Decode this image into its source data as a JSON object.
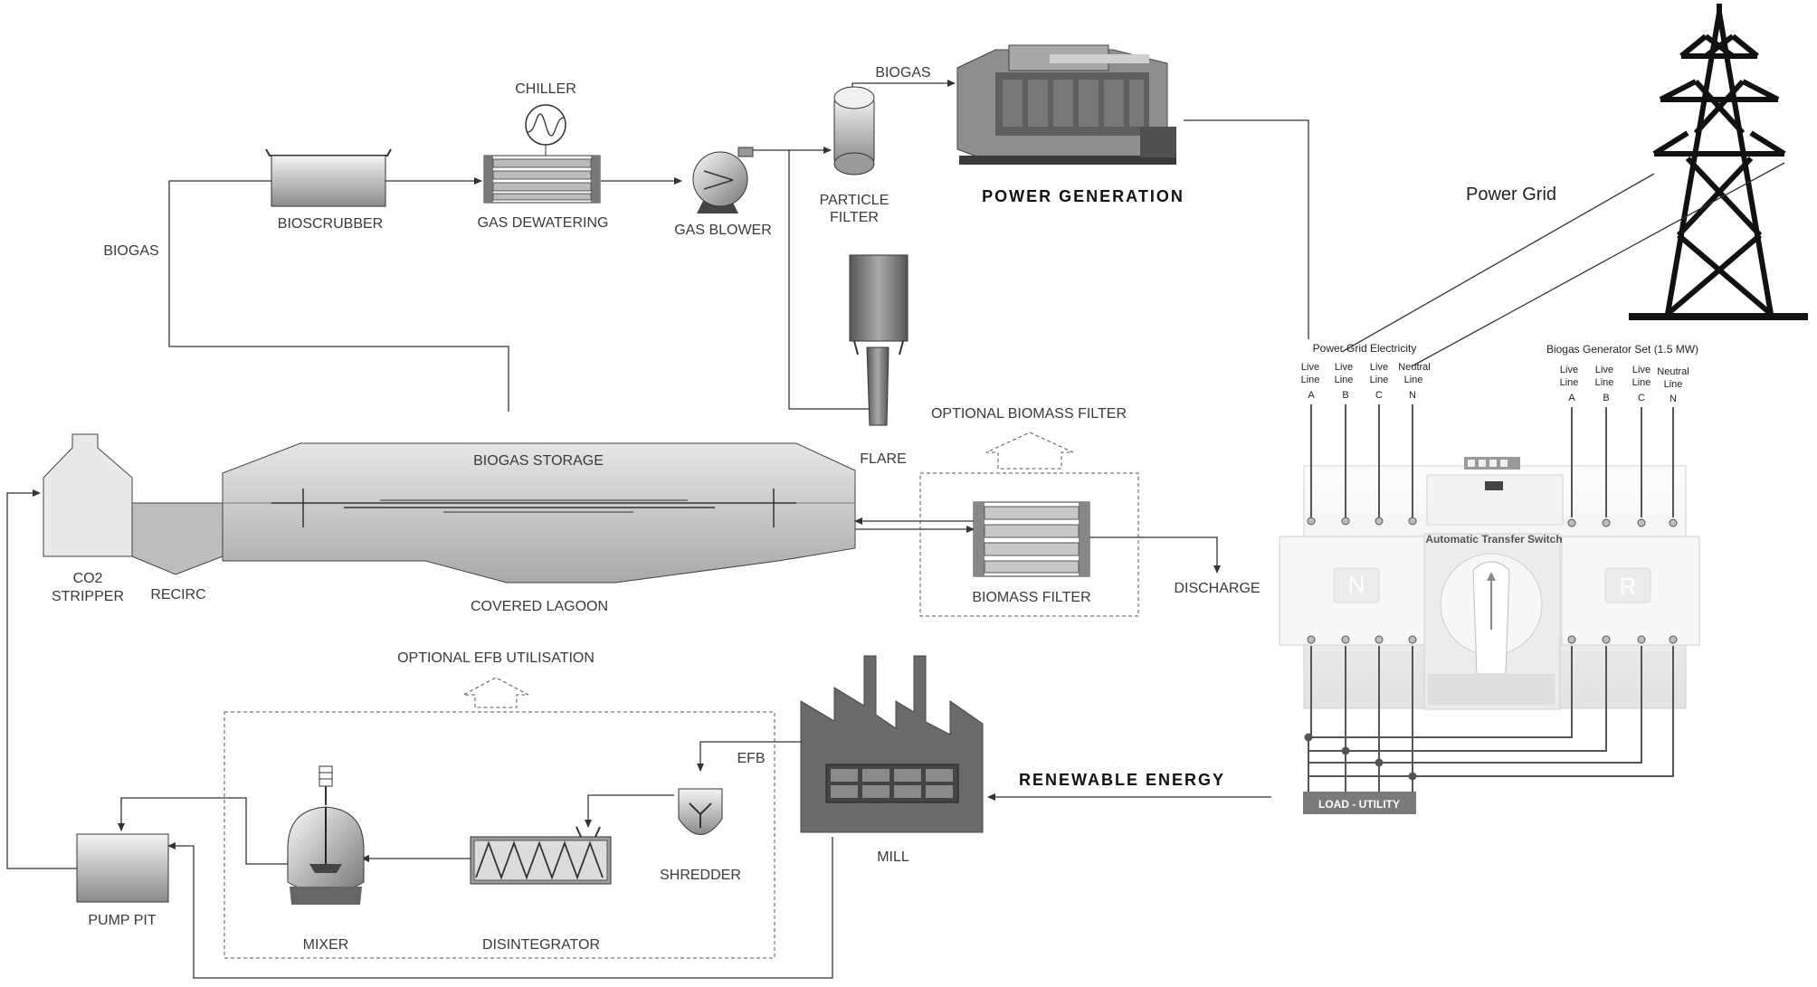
{
  "labels": {
    "chiller": "CHILLER",
    "biogas_top": "BIOGAS",
    "biogas_left": "BIOGAS",
    "bioscrubber": "BIOSCRUBBER",
    "gas_dewatering": "GAS DEWATERING",
    "gas_blower": "GAS BLOWER",
    "particle_filter_1": "PARTICLE",
    "particle_filter_2": "FILTER",
    "power_generation": "POWER GENERATION",
    "power_grid": "Power Grid",
    "flare": "FLARE",
    "optional_biomass_filter": "OPTIONAL BIOMASS FILTER",
    "biogas_storage": "BIOGAS STORAGE",
    "co2_stripper_1": "CO2",
    "co2_stripper_2": "STRIPPER",
    "recirc": "RECIRC",
    "covered_lagoon": "COVERED LAGOON",
    "biomass_filter": "BIOMASS FILTER",
    "discharge": "DISCHARGE",
    "optional_efb": "OPTIONAL EFB UTILISATION",
    "efb": "EFB",
    "shredder": "SHREDDER",
    "mill": "MILL",
    "renewable_energy": "RENEWABLE ENERGY",
    "pump_pit": "PUMP PIT",
    "mixer": "MIXER",
    "disintegrator": "DISINTEGRATOR"
  },
  "switch": {
    "grid_title": "Power Grid Electricity",
    "gen_title": "Biogas Generator Set (1.5 MW)",
    "ats_title": "Automatic Transfer Switch",
    "left_letter": "N",
    "right_letter": "R",
    "load_label": "LOAD - UTILITY",
    "grid_cols": [
      {
        "top": "Live",
        "mid": "Line",
        "letter": "A"
      },
      {
        "top": "Live",
        "mid": "Line",
        "letter": "B"
      },
      {
        "top": "Live",
        "mid": "Line",
        "letter": "C"
      },
      {
        "top": "Neutral",
        "mid": "Line",
        "letter": "N"
      }
    ],
    "gen_cols": [
      {
        "top": "Live",
        "mid": "Line",
        "letter": "A"
      },
      {
        "top": "Live",
        "mid": "Line",
        "letter": "B"
      },
      {
        "top": "Live",
        "mid": "Line",
        "letter": "C"
      },
      {
        "top": "Neutral",
        "mid": "Line",
        "letter": "N"
      }
    ]
  }
}
